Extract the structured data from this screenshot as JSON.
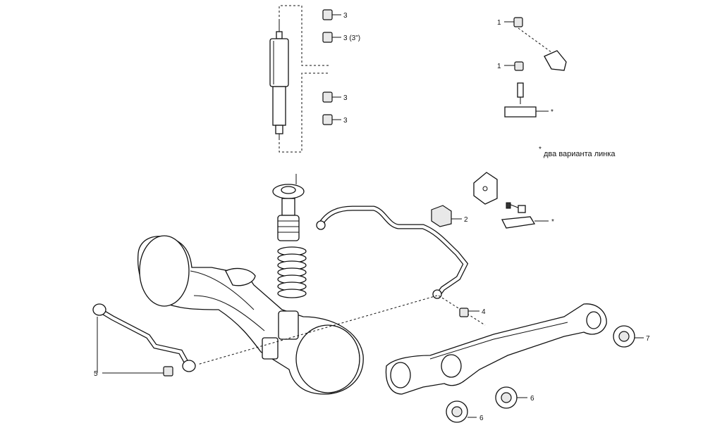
{
  "callouts": {
    "c3a": "3",
    "c3b": "3 (3\")",
    "c3c": "3",
    "c3d": "3",
    "c1a": "1",
    "c1b": "1",
    "c2": "2",
    "c4": "4",
    "c5": "5",
    "c6a": "6",
    "c6b": "6",
    "c7": "7",
    "star1": "*",
    "star2": "*",
    "star_note": "*"
  },
  "note": {
    "text": "два варианта линка"
  }
}
